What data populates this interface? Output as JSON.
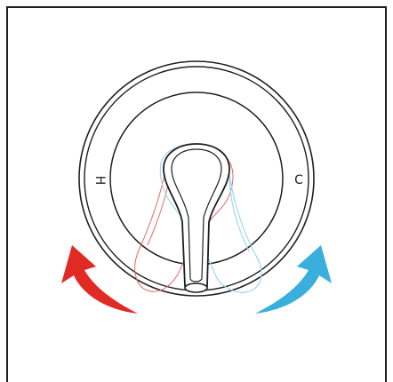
{
  "diagram": {
    "hot_label": "H",
    "cold_label": "C",
    "colors": {
      "outline": "#1f1f1f",
      "hot": "#e22a25",
      "cold": "#3aaedc",
      "hot_ghost": "#e56a68",
      "cold_ghost": "#9fd8f0"
    },
    "icons": {
      "hot_arrow": "curved-arrow-left-red",
      "cold_arrow": "curved-arrow-right-blue"
    }
  }
}
